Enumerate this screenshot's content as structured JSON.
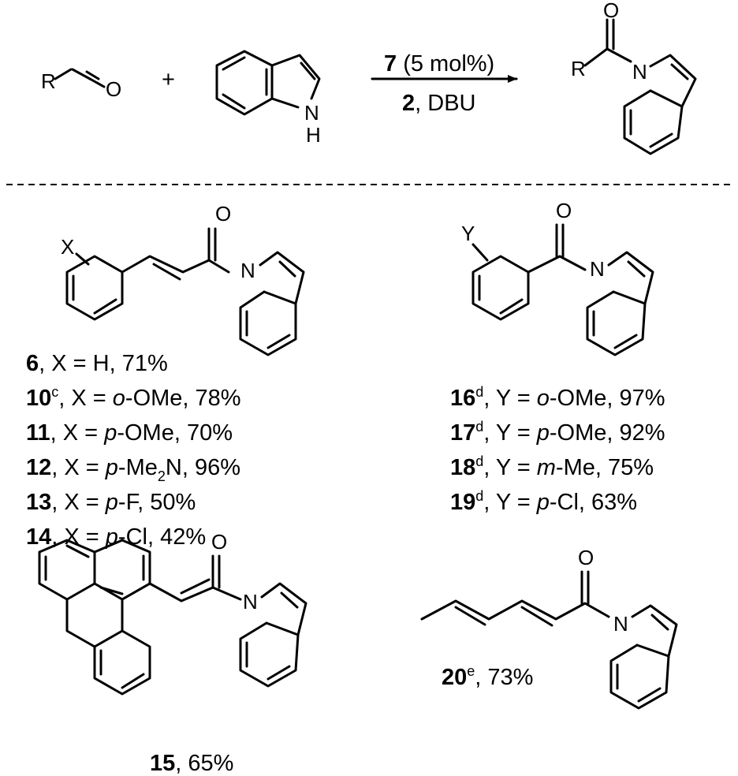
{
  "reaction": {
    "reactant_r": "R",
    "reactant_o": "O",
    "plus": "+",
    "indole_n": "N",
    "indole_h": "H",
    "catalyst_num": "7",
    "catalyst_loading": "(5 mol%)",
    "reagent_num": "2",
    "reagent_rest": ", DBU",
    "product_r": "R",
    "product_o": "O",
    "product_n": "N"
  },
  "atoms": {
    "o": "O",
    "n": "N",
    "x": "X",
    "y": "Y"
  },
  "series_x": [
    {
      "num": "6",
      "sup": "",
      "text": ", X = H, 71%"
    },
    {
      "num": "10",
      "sup": "c",
      "pre": ", X = ",
      "it": "o",
      "post": "-OMe, 78%"
    },
    {
      "num": "11",
      "sup": "",
      "pre": ", X = ",
      "it": "p",
      "post": "-OMe, 70%"
    },
    {
      "num": "12",
      "sup": "",
      "pre": ", X = ",
      "it": "p",
      "post": "-Me",
      "sub": "2",
      "post2": "N, 96%"
    },
    {
      "num": "13",
      "sup": "",
      "pre": ", X = ",
      "it": "p",
      "post": "-F, 50%"
    },
    {
      "num": "14",
      "sup": "",
      "pre": ", X = ",
      "it": "p",
      "post": "-Cl, 42%"
    }
  ],
  "series_y": [
    {
      "num": "16",
      "sup": "d",
      "pre": ", Y = ",
      "it": "o",
      "post": "-OMe, 97%"
    },
    {
      "num": "17",
      "sup": "d",
      "pre": ", Y = ",
      "it": "p",
      "post": "-OMe, 92%"
    },
    {
      "num": "18",
      "sup": "d",
      "pre": ", Y = ",
      "it": "m",
      "post": "-Me, 75%"
    },
    {
      "num": "19",
      "sup": "d",
      "pre": ", Y = ",
      "it": "p",
      "post": "-Cl, 63%"
    }
  ],
  "compound_15": {
    "num": "15",
    "text": ", 65%"
  },
  "compound_20": {
    "num": "20",
    "sup": "e",
    "text": ", 73%"
  }
}
